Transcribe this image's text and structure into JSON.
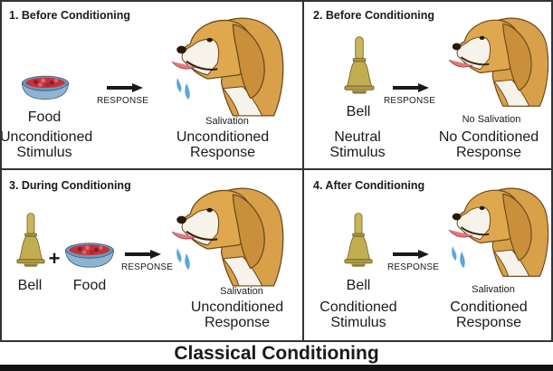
{
  "figure": {
    "title": "Classical Conditioning",
    "panels": [
      {
        "title": "1. Before Conditioning",
        "response_label": "RESPONSE",
        "stimulus_items": [
          "Food"
        ],
        "stimulus_caption": [
          "Unconditioned",
          "Stimulus"
        ],
        "dog_state": "Salivation",
        "response_caption": [
          "Unconditioned",
          "Response"
        ]
      },
      {
        "title": "2. Before Conditioning",
        "response_label": "RESPONSE",
        "stimulus_items": [
          "Bell"
        ],
        "stimulus_caption": [
          "Neutral",
          "Stimulus"
        ],
        "dog_state": "No Salivation",
        "response_caption": [
          "No Conditioned",
          "Response"
        ]
      },
      {
        "title": "3. During Conditioning",
        "response_label": "RESPONSE",
        "stimulus_items": [
          "Bell",
          "Food"
        ],
        "plus": "+",
        "dog_state": "Salivation",
        "response_caption": [
          "Unconditioned",
          "Response"
        ]
      },
      {
        "title": "4. After Conditioning",
        "response_label": "RESPONSE",
        "stimulus_items": [
          "Bell"
        ],
        "stimulus_caption": [
          "Conditioned",
          "Stimulus"
        ],
        "dog_state": "Salivation",
        "response_caption": [
          "Conditioned",
          "Response"
        ]
      }
    ]
  },
  "colors": {
    "dog_fur": "#d9a04a",
    "dog_white": "#f7f2ea",
    "bell_gold": "#b8a24a",
    "food_bowl": "#7fa8c9",
    "food_meat": "#c4323a",
    "drool": "#5aa7dc",
    "tongue": "#e0787e",
    "arrow": "#1a1a1a"
  }
}
